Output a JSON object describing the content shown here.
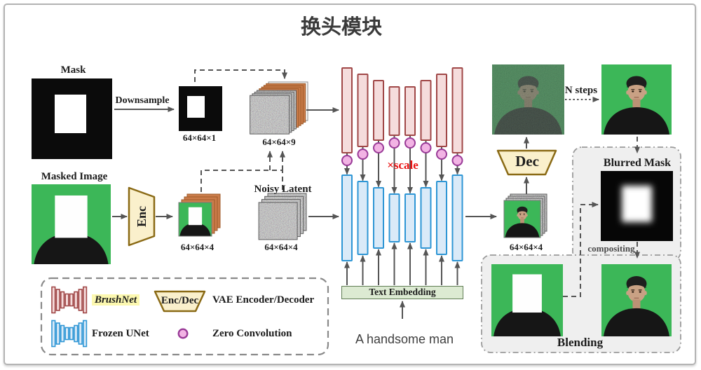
{
  "title": "换头模块",
  "flow": {
    "mask": {
      "label": "Mask",
      "downsample": "Downsample",
      "small_dims": "64×64×1"
    },
    "concat_latent_dims": "64×64×9",
    "masked_image": {
      "label": "Masked Image",
      "encoder": "Enc",
      "latent_dims": "64×64×4"
    },
    "noisy_latent": {
      "label": "Noisy Latent",
      "dims": "64×64×4"
    },
    "scale": "×scale",
    "text_embedding": "Text Embedding",
    "prompt": "A handsome man",
    "decoder": "Dec",
    "output_latent_dims": "64×64×4",
    "n_steps": "N steps",
    "blurred_mask": "Blurred Mask",
    "compositing": "compositing",
    "blending": "Blending"
  },
  "legend": {
    "brushnet": "BrushNet",
    "encdec": "Enc/Dec",
    "vae": "VAE Encoder/Decoder",
    "frozen_unet": "Frozen UNet",
    "zero_conv": "Zero Convolution"
  },
  "architecture": {
    "brushnet_bars": 8,
    "frozen_unet_bars": 8,
    "zero_convolutions": 8
  },
  "colors": {
    "green_screen": "#3cb758",
    "brushnet_fill": "#f5dcdc",
    "brushnet_border": "#a04747",
    "unet_fill": "#daeaf8",
    "unet_border": "#2e96d5",
    "zero_conv_fill": "#f2b3e4",
    "zero_conv_border": "#993a97",
    "vae_fill": "#faf0cc",
    "vae_border": "#8a6a15",
    "embedding_fill": "#dcead2",
    "embedding_border": "#5f7d54",
    "scale_red": "#ea1212",
    "brushnet_highlight": "#fcf8b0",
    "arrow_gray": "#555555",
    "panel_gray": "#efefef",
    "orange_layer": "#cb7c4a",
    "skin": "#c9a184",
    "shirt": "#161616",
    "hair": "#1e1e1e"
  }
}
